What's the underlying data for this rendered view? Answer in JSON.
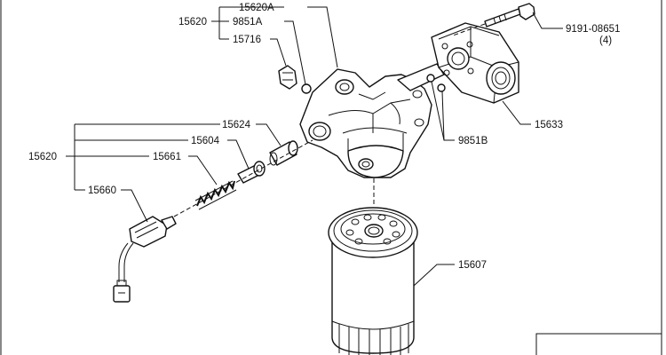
{
  "diagram": {
    "labels": {
      "p15620a": "15620A",
      "p15620_top": "15620",
      "p9851a": "9851A",
      "p15716": "15716",
      "p9191": "9191-08651",
      "p9191_qty": "(4)",
      "p15633": "15633",
      "p9851b": "9851B",
      "p15624": "15624",
      "p15604": "15604",
      "p15620_left": "15620",
      "p15661": "15661",
      "p15660": "15660",
      "p15607": "15607"
    }
  }
}
